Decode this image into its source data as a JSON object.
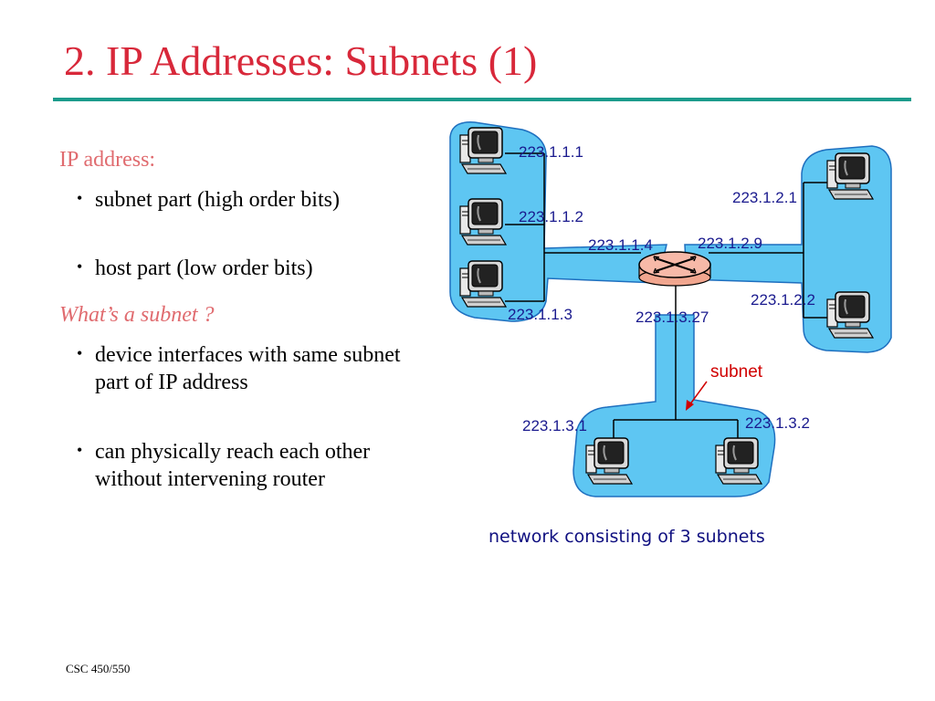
{
  "slide": {
    "title": "2. IP Addresses: Subnets (1)",
    "footer": "CSC 450/550"
  },
  "content": {
    "heading1": "IP address:",
    "bullets1": [
      "subnet part (high order bits)",
      "host part (low order bits)"
    ],
    "heading2": "What’s a subnet ?",
    "bullets2": [
      "device interfaces with same subnet part of IP address",
      "can physically reach each other without intervening router"
    ]
  },
  "diagram": {
    "addresses": {
      "a111": "223.1.1.1",
      "a112": "223.1.1.2",
      "a113": "223.1.1.3",
      "a114": "223.1.1.4",
      "a121": "223.1.2.1",
      "a122": "223.1.2.2",
      "a129": "223.1.2.9",
      "a131": "223.1.3.1",
      "a132": "223.1.3.2",
      "a1327": "223.1.3.27"
    },
    "subnet_label": "subnet",
    "caption": "network consisting of 3 subnets",
    "colors": {
      "subnet_fill": "#5ec6f2",
      "subnet_outline": "#1e6fbf",
      "router_fill": "#f7b9a8",
      "annotation": "#d00000",
      "title": "#d8283a",
      "rule": "#1c9b8c"
    }
  }
}
